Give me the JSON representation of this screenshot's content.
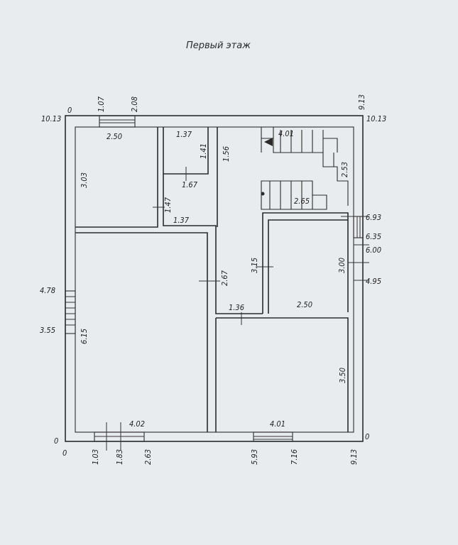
{
  "title": "Первый этаж",
  "labels": {
    "corner_tl_left": "10.13",
    "corner_tl_zero": "0",
    "top_1": "1.07",
    "top_2": "2.08",
    "top_right": "9.13",
    "corner_tr": "10.13",
    "room1_width": "2.50",
    "room1_height": "3.03",
    "wc_width": "1.37",
    "wc_height": "1.41",
    "wc_door": "1.67",
    "corridor_len": "1.56",
    "stair_width": "4.01",
    "stair_height": "2.53",
    "stair_bottom": "2.65",
    "hall_h": "1.47",
    "hall_w": "1.37",
    "right_693": "6.93",
    "right_635": "6.35",
    "right_600": "6.00",
    "right_495": "4.95",
    "room_small_h": "3.15",
    "room_small_h2": "3.00",
    "room_small_w": "2.50",
    "room_mid_h": "2.67",
    "passage_w": "1.36",
    "left_478": "4.78",
    "left_355": "3.55",
    "big_room_h": "6.15",
    "right_room_h": "3.50",
    "big_room_w": "4.02",
    "right_room_w": "4.01",
    "bottom_left_zero": "0",
    "bottom_right_zero": "0",
    "corner_bl_zero": "0",
    "bottom_103": "1.03",
    "bottom_183": "1.83",
    "bottom_263": "2.63",
    "bottom_593": "5.93",
    "bottom_716": "7.16",
    "bottom_913": "9.13"
  }
}
